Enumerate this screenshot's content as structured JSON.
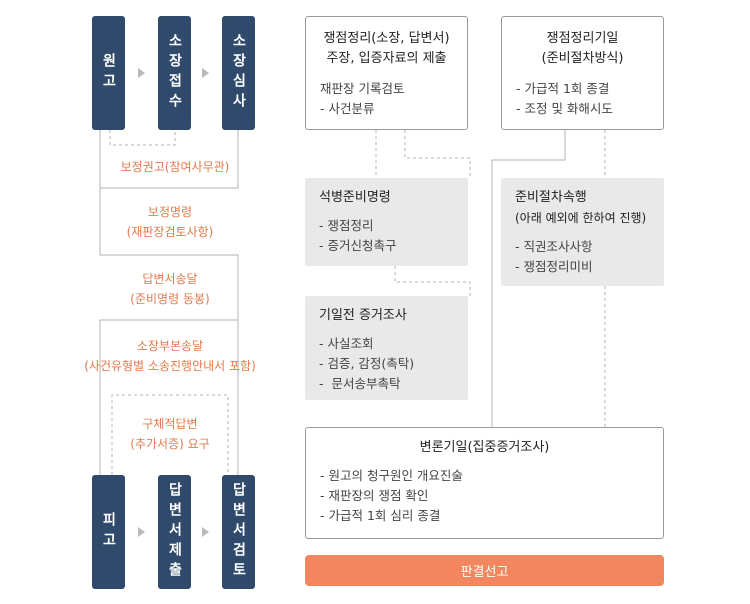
{
  "left_flow": {
    "plaintiff": "원고",
    "complaint_receipt": "소장접수",
    "complaint_review": "소장심사",
    "defendant": "피고",
    "answer_submission": "답변서제출",
    "answer_review": "답변서검토"
  },
  "orange_labels": [
    "보정권고(참여사무관)",
    "보정명령",
    "(재판장검토사항)",
    "답변서송달",
    "(준비명령 동봉)",
    "소장부본송달",
    "(사건유형별 소송진행안내서 포함)",
    "구체적답변",
    "(추가서증) 요구"
  ],
  "issue_box": {
    "title_line1": "쟁점정리(소장, 답변서)",
    "title_line2": "주장, 입증자료의 제출",
    "items": [
      "재판장 기록검토",
      "- 사건분류"
    ]
  },
  "hearing_box": {
    "title_line1": "쟁점정리기일",
    "title_line2": "(준비절차방식)",
    "items": [
      "- 가급적 1회 종결",
      "- 조정 및 화해시도"
    ]
  },
  "pleading_prep": {
    "title": "석병준비명령",
    "items": [
      "- 쟁점정리",
      "- 증거신청촉구"
    ]
  },
  "pre_evidence": {
    "title": "기일전 증거조사",
    "items": [
      "- 사실조회",
      "- 검증, 감정(촉탁)",
      "-  문서송부촉탁"
    ]
  },
  "prep_continue": {
    "title_line1": "준비절차속행",
    "title_line2": "(아래 예외에 한하여 진행)",
    "items": [
      "- 직권조사사항",
      "- 쟁점정리미비"
    ]
  },
  "oral_hearing": {
    "title": "변론기일(집중증거조사)",
    "items": [
      "- 원고의 청구원인 개요진술",
      "- 재판장의 쟁점 확인",
      "- 가급적 1회 심리 종결"
    ]
  },
  "verdict": "판결선고",
  "colors": {
    "navy": "#2f4a6b",
    "orange_text": "#e27a4c",
    "verdict_bg": "#f2875f",
    "gray_box": "#e9e9e9",
    "line": "#b0b0b0"
  }
}
